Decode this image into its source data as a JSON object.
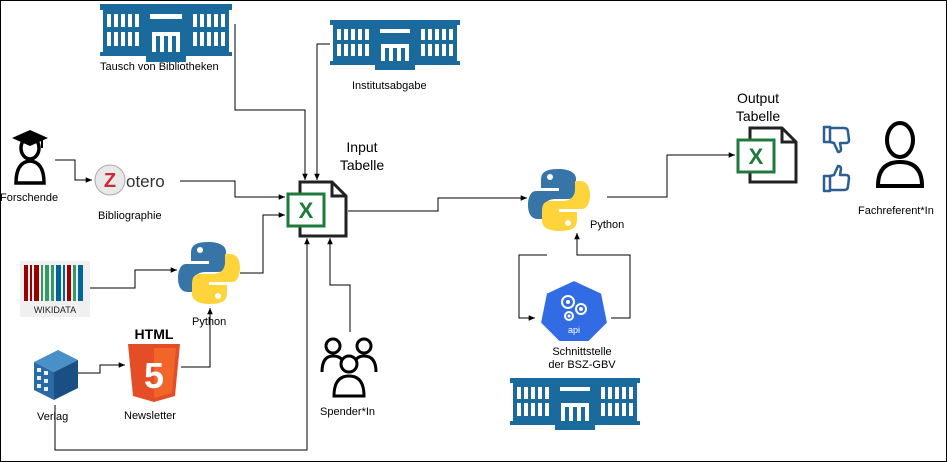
{
  "labels": {
    "tausch": "Tausch von Bibliotheken",
    "institut": "Institutsabgabe",
    "input_line1": "Input",
    "input_line2": "Tabelle",
    "forschende": "Forschende",
    "bibliographie": "Bibliographie",
    "python_left": "Python",
    "newsletter": "Newsletter",
    "verlag": "Verlag",
    "spender": "Spender*In",
    "python_mid": "Python",
    "schnitt_line1": "Schnittstelle",
    "schnitt_line2": "der BSZ-GBV",
    "output_line1": "Output",
    "output_line2": "Tabelle",
    "fachreferent": "Fachreferent*In"
  },
  "logos": {
    "zotero_z": "Z",
    "zotero_rest": "otero",
    "wikidata": "WIKIDATA",
    "html": "HTML",
    "html5": "5",
    "excel_x": "X",
    "api": "api"
  },
  "colors": {
    "building": "#1a6a9e",
    "excel_green": "#1f7a3c",
    "python_blue": "#3775a9",
    "python_yellow": "#ffd43b",
    "html_orange": "#e44d26",
    "kubernetes": "#326ce5",
    "zotero_red": "#cc2936",
    "thumb_blue": "#2a5f8f"
  },
  "icons": [
    "building-icon",
    "excel-icon",
    "python-icon",
    "zotero-logo",
    "wikidata-logo",
    "html5-icon",
    "graduate-icon",
    "users-icon",
    "user-icon",
    "thumb-up-icon",
    "thumb-down-icon",
    "api-icon",
    "publisher-building-icon"
  ]
}
